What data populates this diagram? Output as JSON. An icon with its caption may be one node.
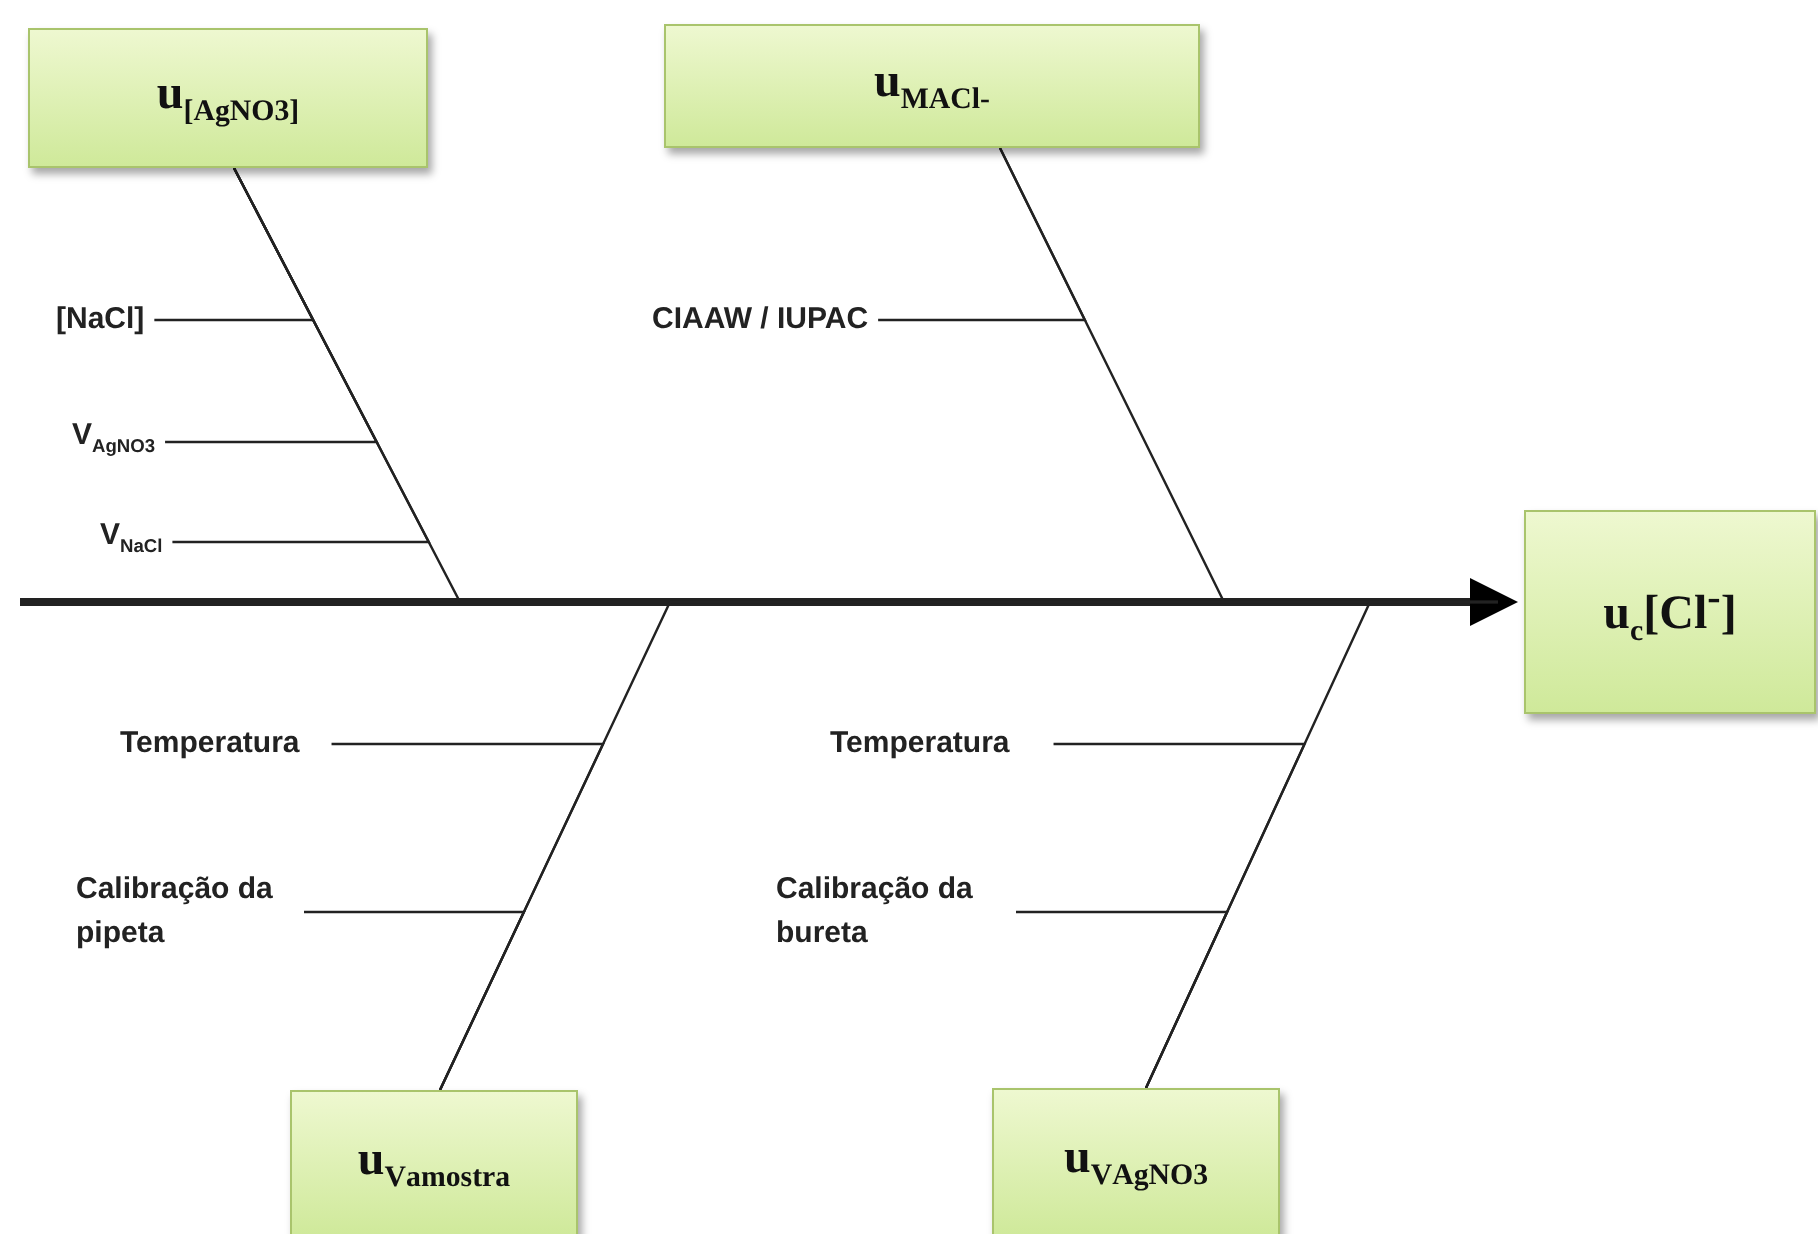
{
  "diagram": {
    "nodes": [
      {
        "text": [
          "u$_{[AgNO3]}$"
        ]
      },
      {
        "text": [
          "u$_{MA}$$_{Cl-}$"
        ]
      },
      {
        "text": [
          "[NaCl]"
        ]
      },
      {
        "text": [
          "CIAAW / IUPAC"
        ]
      },
      {
        "text": [
          "V$_{AgNO3}$"
        ]
      },
      {
        "text": [
          "V$_{NaCl}$"
        ]
      },
      {
        "text": [
          "u$_{c}$[Cl$^{-}$]"
        ]
      },
      {
        "text": [
          "Temperatura"
        ]
      },
      {
        "text": [
          "Temperatura"
        ]
      },
      {
        "text": [
          "Calibração da pipeta"
        ]
      },
      {
        "text": [
          "Calibração da bureta"
        ]
      },
      {
        "text": [
          "u$_{V}$$_{amostra}$"
        ]
      },
      {
        "text": [
          "u$_{V}$$_{AgNO3}$"
        ]
      }
    ],
    "edges": [
      {
        "from": null,
        "to": 6,
        "arrow": "to",
        "style": "thick"
      },
      {
        "from": 0,
        "to": 6,
        "arrow": "to"
      },
      {
        "from": 1,
        "to": 6,
        "arrow": "to"
      },
      {
        "from": 11,
        "to": 6,
        "arrow": "to"
      },
      {
        "from": 12,
        "to": 6,
        "arrow": "to"
      },
      {
        "from": 2,
        "to": 0,
        "arrow": "none"
      },
      {
        "from": 4,
        "to": 0,
        "arrow": "none"
      },
      {
        "from": 5,
        "to": 0,
        "arrow": "none"
      },
      {
        "from": 3,
        "to": 1,
        "arrow": "none"
      },
      {
        "from": 7,
        "to": 11,
        "arrow": "none"
      },
      {
        "from": 9,
        "to": 11,
        "arrow": "none"
      },
      {
        "from": 8,
        "to": 12,
        "arrow": "none"
      },
      {
        "from": 10,
        "to": 12,
        "arrow": "none"
      }
    ]
  }
}
